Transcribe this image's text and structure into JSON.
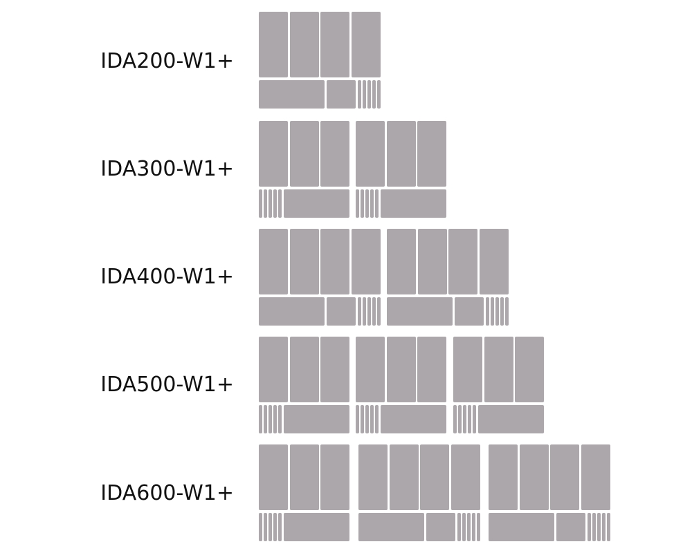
{
  "fill_color": "#aba7aa",
  "rows": [
    {
      "label": "IDA200-W1+",
      "modules": [
        "four-column",
        ""
      ]
    },
    {
      "label": "IDA300-W1+",
      "modules": [
        "three-column",
        "three-column"
      ]
    },
    {
      "label": "IDA400-W1+",
      "modules": [
        "four-column",
        "four-column"
      ]
    },
    {
      "label": "IDA500-W1+",
      "modules": [
        "three-column",
        "three-column",
        "three-column"
      ]
    },
    {
      "label": "IDA600-W1+",
      "modules": [
        "three-column",
        "four-column",
        "four-column"
      ]
    }
  ]
}
